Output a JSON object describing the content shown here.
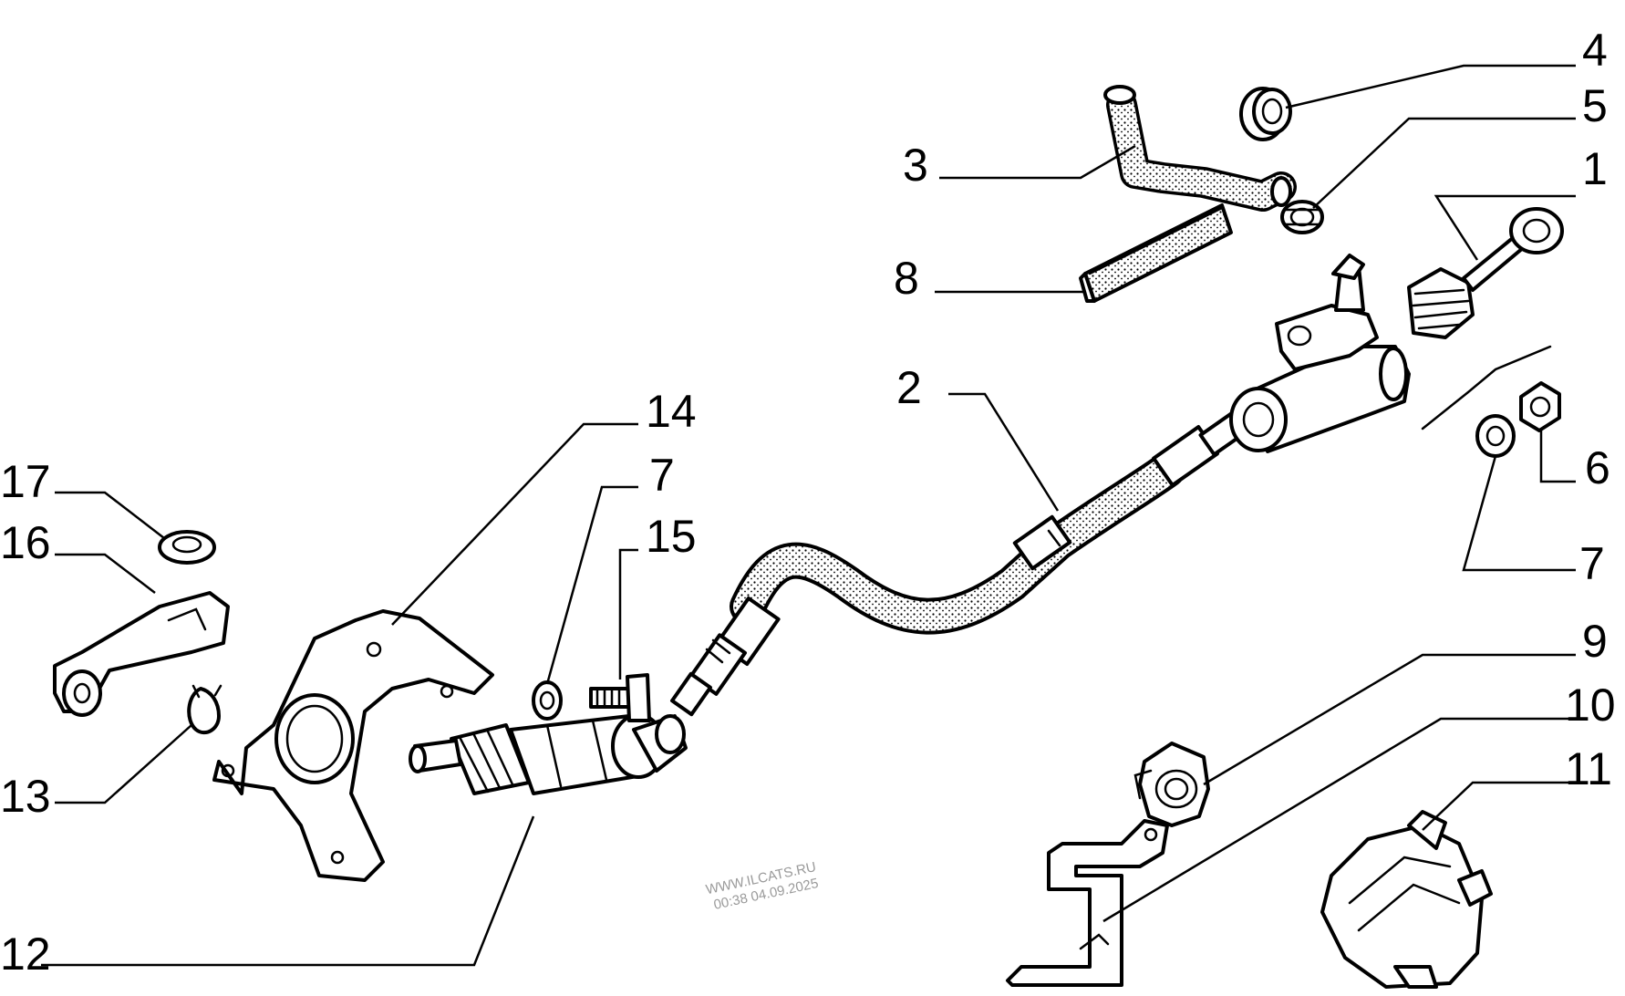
{
  "callouts": {
    "c1": "1",
    "c2": "2",
    "c3": "3",
    "c4": "4",
    "c5": "5",
    "c6": "6",
    "c7a": "7",
    "c7b": "7",
    "c8": "8",
    "c9": "9",
    "c10": "10",
    "c11": "11",
    "c12": "12",
    "c13": "13",
    "c14": "14",
    "c15": "15",
    "c16": "16",
    "c17": "17"
  },
  "watermark": {
    "line1": "WWW.ILCATS.RU",
    "line2": "00:38 04.09.2025"
  }
}
